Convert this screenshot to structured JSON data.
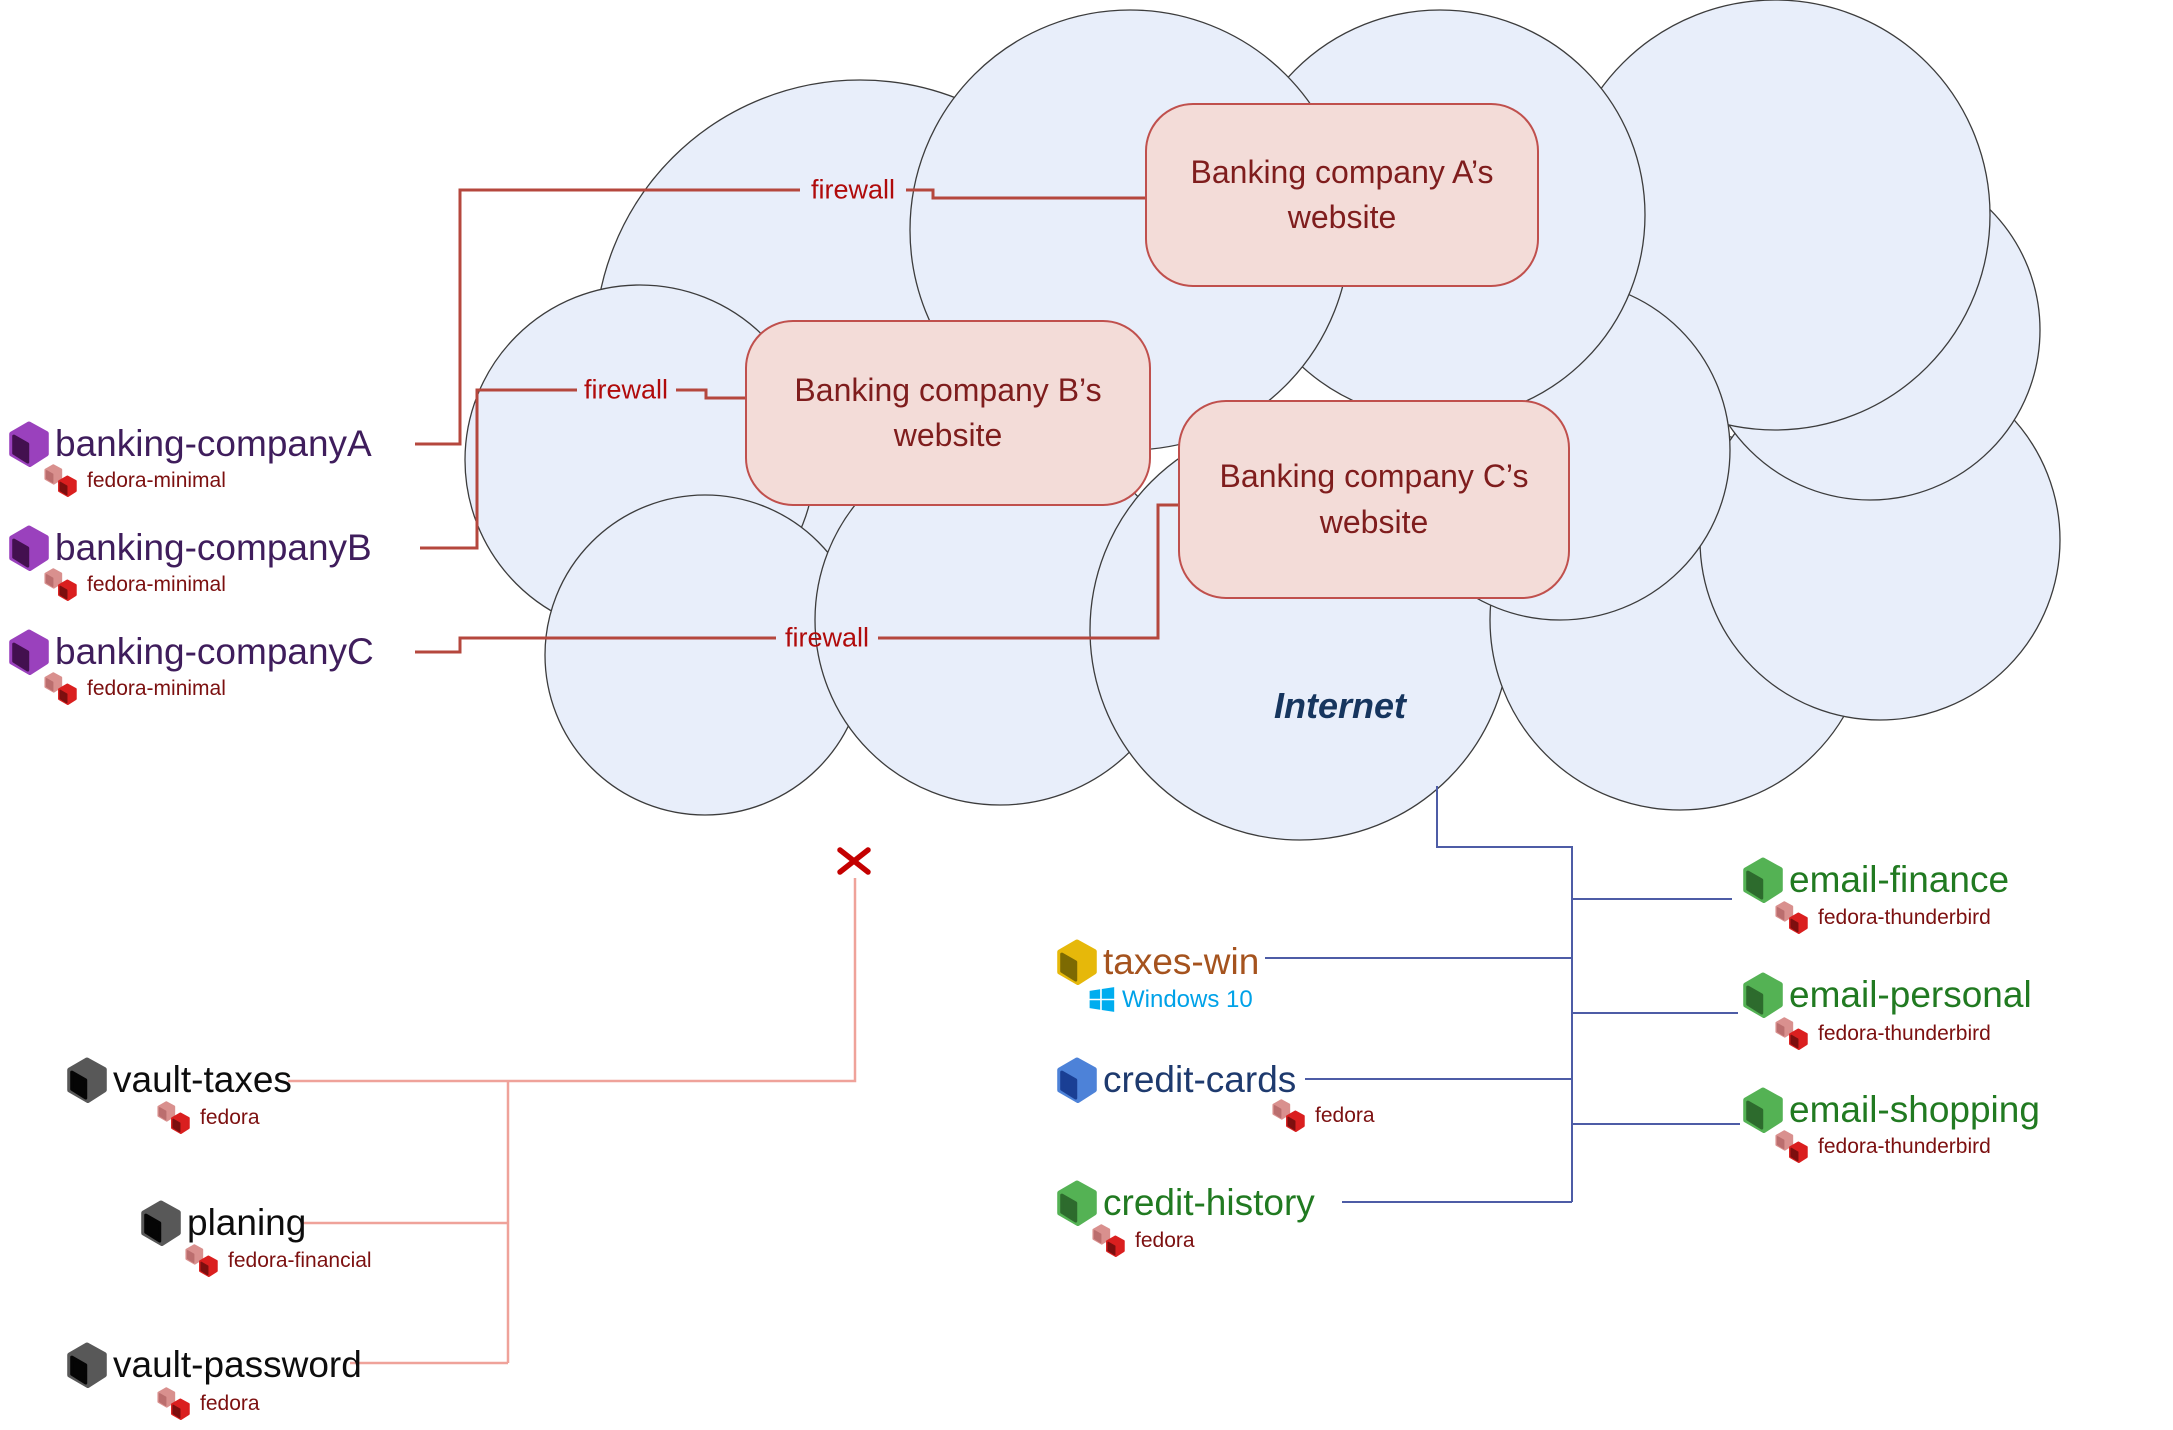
{
  "internet": {
    "label": "Internet"
  },
  "firewalls": {
    "a": "firewall",
    "b": "firewall",
    "c": "firewall"
  },
  "websites": {
    "a": {
      "line1": "Banking company A’s",
      "line2": "website"
    },
    "b": {
      "line1": "Banking company B’s",
      "line2": "website"
    },
    "c": {
      "line1": "Banking company C’s",
      "line2": "website"
    }
  },
  "qubes": {
    "banking_a": {
      "name": "banking-companyA",
      "template": "fedora-minimal"
    },
    "banking_b": {
      "name": "banking-companyB",
      "template": "fedora-minimal"
    },
    "banking_c": {
      "name": "banking-companyC",
      "template": "fedora-minimal"
    },
    "vault_taxes": {
      "name": "vault-taxes",
      "template": "fedora"
    },
    "planing": {
      "name": "planing",
      "template": "fedora-financial"
    },
    "vault_password": {
      "name": "vault-password",
      "template": "fedora"
    },
    "taxes_win": {
      "name": "taxes-win",
      "template": "Windows 10"
    },
    "credit_cards": {
      "name": "credit-cards",
      "template": "fedora"
    },
    "credit_history": {
      "name": "credit-history",
      "template": "fedora"
    },
    "email_finance": {
      "name": "email-finance",
      "template": "fedora-thunderbird"
    },
    "email_personal": {
      "name": "email-personal",
      "template": "fedora-thunderbird"
    },
    "email_shopping": {
      "name": "email-shopping",
      "template": "fedora-thunderbird"
    }
  },
  "colors": {
    "cloud_fill": "#e8eefa",
    "cloud_outline": "#3c3c3c",
    "website_box_fill": "#f3dcd8",
    "website_box_border": "#c0504d",
    "website_text": "#7f1d1d",
    "firewall_text": "#b00b0b",
    "firewall_line": "#b5473d",
    "isolated_line": "#efa29a",
    "blocked_x": "#c40000",
    "network_line": "#4d5ca6",
    "internet_text": "#16355e",
    "qube_purple": "#3f1d5c",
    "qube_black": "#0d0d0d",
    "qube_orange": "#a5531e",
    "qube_blue": "#1e3a6e",
    "qube_green": "#217a21",
    "template_text": "#7c1010",
    "windows_blue": "#00a2e8"
  }
}
